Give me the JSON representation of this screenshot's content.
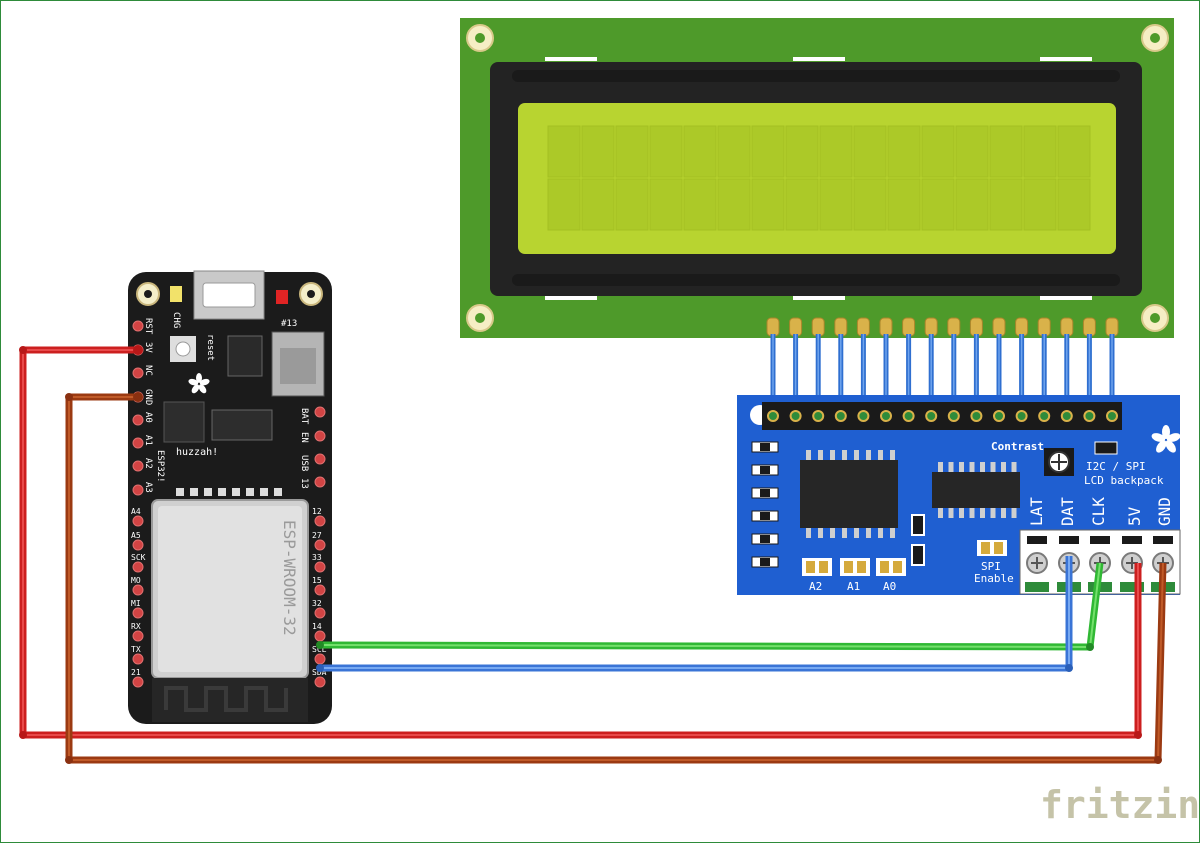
{
  "esp32_board": {
    "chip_label": "ESP-WROOM-32",
    "board_labels": [
      "huzzah!",
      "ESP32!"
    ],
    "chg_label": "CHG",
    "reset_label": "reset",
    "led13_label": "#13",
    "left_pins": [
      "RST",
      "3V",
      "NC",
      "GND",
      "A0",
      "A1",
      "A2",
      "A3",
      "A4",
      "A5",
      "SCK",
      "MO",
      "MI",
      "RX",
      "TX",
      "21"
    ],
    "right_pins": [
      "BAT",
      "EN",
      "USB",
      "13",
      "12",
      "27",
      "33",
      "15",
      "32",
      "14",
      "SCL",
      "SDA"
    ]
  },
  "backpack": {
    "title_line1": "I2C / SPI",
    "title_line2": "LCD backpack",
    "contrast_label": "Contrast",
    "spi_enable_line1": "SPI",
    "spi_enable_line2": "Enable",
    "addr_labels": [
      "A2",
      "A1",
      "A0"
    ],
    "terminal_labels": [
      "LAT",
      "DAT",
      "CLK",
      "5V",
      "GND"
    ]
  },
  "wires": [
    {
      "from": "3V",
      "to": "5V",
      "color": "#cc1f1f"
    },
    {
      "from": "GND",
      "to": "GND",
      "color": "#9b3a12"
    },
    {
      "from": "SCL",
      "to": "CLK",
      "color": "#30b834"
    },
    {
      "from": "SDA",
      "to": "DAT",
      "color": "#3a74d6"
    }
  ],
  "lcd": {
    "columns": 16,
    "rows": 2,
    "screen_color": "#b8d430",
    "pcb_color": "#4e9a2a"
  },
  "watermark": "fritzing"
}
